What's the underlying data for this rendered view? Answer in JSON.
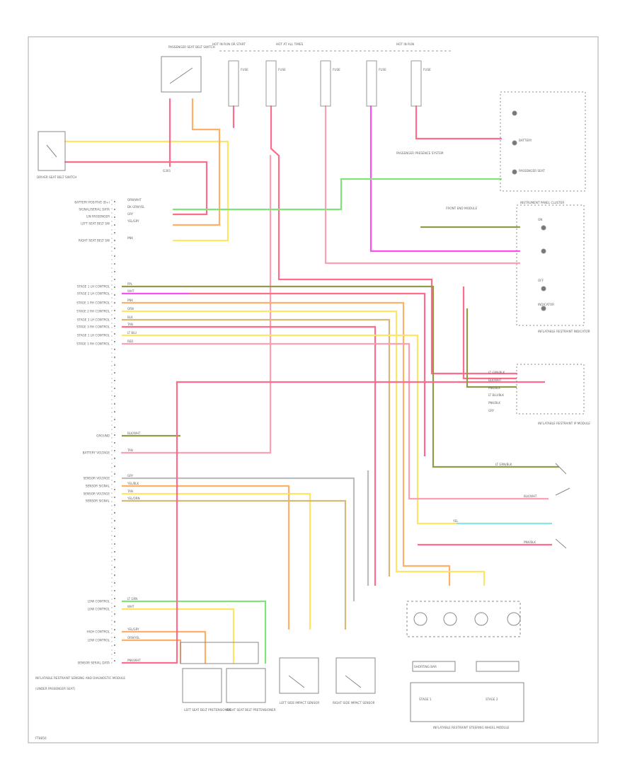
{
  "diagram": {
    "left_labels": [
      "BATTERY POSITIVE (B+)",
      "SIGNAL/SERIAL DATA",
      "LIN PASSENGER",
      "LEFT SEAT BELT SW",
      "RIGHT SEAT BELT SW",
      "STAGE 1 LH CONTROL",
      "STAGE 2 LH CONTROL",
      "STAGE 1 RH CONTROL",
      "STAGE 2 RH CONTROL",
      "STAGE 3 LH CONTROL",
      "STAGE 3 RH CONTROL",
      "STAGE 1 LH CONTROL",
      "STAGE 1 RH CONTROL",
      "GROUND",
      "BATTERY VOLTAGE",
      "SENSOR VOLTAGE",
      "SENSOR SIGNAL",
      "SENSOR VOLTAGE",
      "SENSOR SIGNAL",
      "LOW CONTROL",
      "LOW CONTROL",
      "HIGH CONTROL",
      "LOW CONTROL",
      "SENSOR SERIAL DATA"
    ],
    "wire_labels": [
      "ORN/WHT",
      "DK GRN/YEL",
      "GRY",
      "YEL/GRY",
      "PNK",
      "PPL",
      "WHT",
      "PNK",
      "ORN",
      "BLK",
      "TAN",
      "LT BLU",
      "RED",
      "BLK/WHT",
      "TAN",
      "GRY",
      "YEL/BLK",
      "TAN",
      "YEL/ORN",
      "LT GRN",
      "WHT",
      "YEL/GRY",
      "ORN/YEL",
      "PNK/WHT",
      "LT GRN/BLK",
      "BLK/WHT",
      "PNK/BLK",
      "YEL",
      "LT GRN/BLK",
      "BLK/WHT",
      "PNK/BLK",
      "LT BLU/BLK",
      "PNK/BLK",
      "GRY"
    ],
    "component_labels": {
      "driver_buckle": "DRIVER SEAT BELT SWITCH",
      "passenger_buckle": "PASSENGER SEAT BELT SWITCH",
      "hot_run_1": "HOT IN RUN OR START",
      "hot_at_all_times": "HOT AT ALL TIMES",
      "hot_run_2": "HOT IN RUN",
      "fuse_1": "FUSE",
      "fuse_2": "FUSE",
      "fuse_3": "FUSE",
      "fuse_4": "FUSE",
      "fuse_5": "FUSE",
      "ground_label": "G301",
      "passenger_presence": "PASSENGER PRESENCE SYSTEM",
      "ipc": "INSTRUMENT PANEL CLUSTER",
      "ipc_sub": "INFLATABLE RESTRAINT INDICATOR",
      "front_end_module": "FRONT END MODULE",
      "passenger_airbag_module": "INFLATABLE RESTRAINT IP MODULE",
      "sdm_title": "INFLATABLE RESTRAINT SENSING AND DIAGNOSTIC MODULE",
      "sdm_sub": "(UNDER PASSENGER SEAT)",
      "driver_pretensioner": "LEFT SEAT BELT PRETENSIONER",
      "passenger_pretensioner": "RIGHT SEAT BELT PRETENSIONER",
      "left_side_sensor": "LEFT SIDE IMPACT SENSOR",
      "right_side_sensor": "RIGHT SIDE IMPACT SENSOR",
      "steering_wheel_module": "INFLATABLE RESTRAINT STEERING WHEEL MODULE",
      "stage_1": "STAGE 1",
      "stage_2": "STAGE 2",
      "shorting_bar": "SHORTING BAR",
      "on": "ON",
      "off": "OFF",
      "battery": "BATTERY",
      "signal_passenger": "PASSENGER SEAT",
      "indicator": "INDICATOR",
      "footer_id": "FT8850"
    },
    "colors": {
      "frame": "#b7b7b7",
      "red": "#ff6b8a",
      "pink": "#ff9fb2",
      "magenta": "#ff4df5",
      "green": "#7fe57a",
      "yellow": "#ffe566",
      "orange": "#ffb066",
      "tan": "#d6b87a",
      "cyan": "#86e6ee",
      "dark_olive": "#8f9a4a",
      "gray": "#a6a6a6",
      "black": "#3b3b3b"
    }
  }
}
